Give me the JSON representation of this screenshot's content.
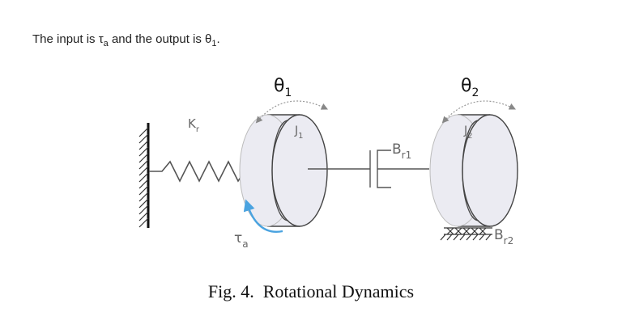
{
  "intro": {
    "text_before": "The input is ",
    "input_symbol": "τ",
    "input_subscript": "a",
    "text_middle": " and the output is ",
    "output_symbol": "θ",
    "output_subscript": "1",
    "text_after": "."
  },
  "labels": {
    "theta1": {
      "symbol": "θ",
      "sub": "1"
    },
    "theta2": {
      "symbol": "θ",
      "sub": "2"
    },
    "spring": {
      "symbol": "K",
      "sub": "r"
    },
    "inertia1": {
      "symbol": "J",
      "sub": "1"
    },
    "inertia2": {
      "symbol": "J",
      "sub": "2"
    },
    "damper1": {
      "symbol": "B",
      "sub": "r1"
    },
    "damper2": {
      "symbol": "B",
      "sub": "r2"
    },
    "torque": {
      "symbol": "τ",
      "sub": "a"
    }
  },
  "colors": {
    "disk_fill": "#ebebf2",
    "line": "#555555",
    "torque_arrow": "#4aa3e0",
    "dashed_arrow": "#999999",
    "label": "#666666"
  },
  "caption": "Fig. 4.  Rotational Dynamics"
}
